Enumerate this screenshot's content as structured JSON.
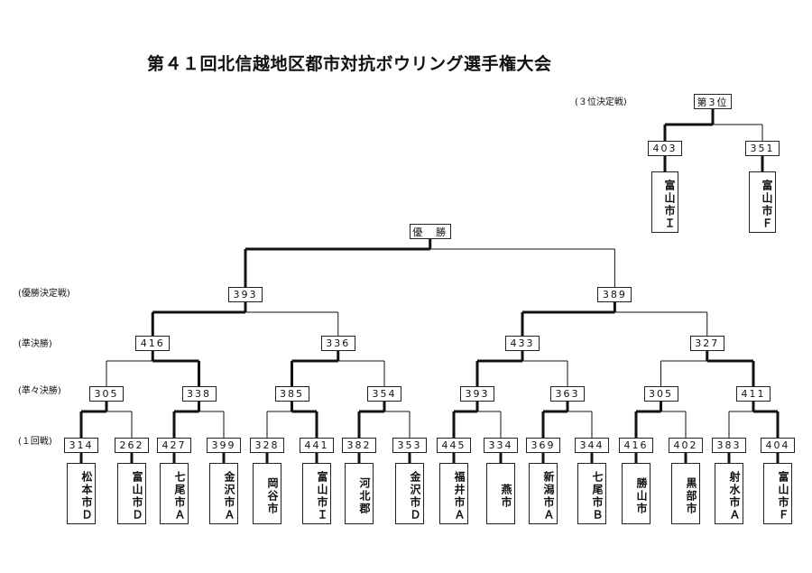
{
  "title": "第４１回北信越地区都市対抗ボウリング選手権大会",
  "round_labels": {
    "final": "(優勝決定戦)",
    "semi": "(準決勝)",
    "quarter": "(準々決勝)",
    "first": "(１回戦)",
    "third_place_match": "(３位決定戦)"
  },
  "champion_label": "優　勝",
  "third_place_label": "第3位",
  "first_round": [
    {
      "team": "松本市Ｄ",
      "score": "314"
    },
    {
      "team": "富山市Ｄ",
      "score": "262"
    },
    {
      "team": "七尾市Ａ",
      "score": "427"
    },
    {
      "team": "金沢市Ａ",
      "score": "399"
    },
    {
      "team": "岡谷市",
      "score": "328"
    },
    {
      "team": "富山市Ｉ",
      "score": "441"
    },
    {
      "team": "河北郡",
      "score": "382"
    },
    {
      "team": "金沢市Ｄ",
      "score": "353"
    },
    {
      "team": "福井市Ａ",
      "score": "445"
    },
    {
      "team": "燕市",
      "score": "334"
    },
    {
      "team": "新潟市Ａ",
      "score": "369"
    },
    {
      "team": "七尾市Ｂ",
      "score": "344"
    },
    {
      "team": "勝山市",
      "score": "416"
    },
    {
      "team": "黒部市",
      "score": "402"
    },
    {
      "team": "射水市Ａ",
      "score": "383"
    },
    {
      "team": "富山市Ｆ",
      "score": "404"
    }
  ],
  "quarterfinal_scores": [
    "305",
    "338",
    "385",
    "354",
    "393",
    "363",
    "305",
    "411"
  ],
  "semifinal_scores": [
    "416",
    "336",
    "433",
    "327"
  ],
  "final_scores": [
    "393",
    "389"
  ],
  "third_place_match": [
    {
      "team": "富山市Ｉ",
      "score": "403"
    },
    {
      "team": "富山市Ｆ",
      "score": "351"
    }
  ]
}
